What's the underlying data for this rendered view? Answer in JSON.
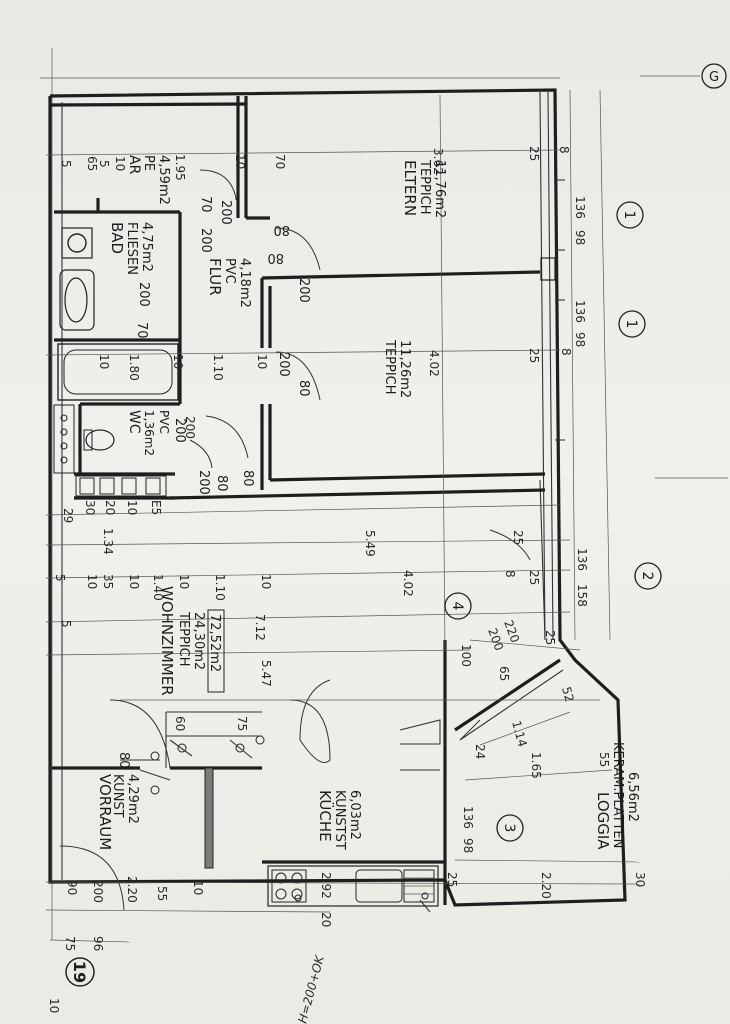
{
  "rooms": {
    "ar": {
      "name": "AR",
      "floor": "PE",
      "area": "4,59m2"
    },
    "bad": {
      "name": "BAD",
      "floor": "FLIESEN",
      "area": "4,75m2"
    },
    "flur": {
      "name": "FLUR",
      "floor": "PVC",
      "area": "4,18m2"
    },
    "eltern": {
      "name": "ELTERN",
      "floor": "TEPPICH",
      "area": "11,76m2"
    },
    "zimmer": {
      "floor": "TEPPICH",
      "area": "11,26m2"
    },
    "wc": {
      "name": "WC",
      "area": "1,36m2",
      "floor": "PVC"
    },
    "wohnzimmer": {
      "name": "WOHNZIMMER",
      "floor": "TEPPICH",
      "area": "24,30m2",
      "total": "72,52m2"
    },
    "vorraum": {
      "name": "VORRAUM",
      "floor": "KUNST",
      "area": "4,29m2"
    },
    "kueche": {
      "name": "KÜCHE",
      "floor": "KUNSTST",
      "area": "6,03m2"
    },
    "loggia": {
      "name": "LOGGIA",
      "floor": "KERAM.PLATTEN",
      "area": "6,56m2"
    }
  },
  "grid_markers": [
    "G",
    "1",
    "1",
    "2",
    "3",
    "4"
  ],
  "unit_number": "19",
  "door_widths": [
    "200",
    "80",
    "200",
    "80",
    "200",
    "80",
    "200",
    "80",
    "200",
    "200",
    "80",
    "200",
    "80",
    "70",
    "70"
  ],
  "dimensions": {
    "top_row": [
      "5",
      "65",
      "5",
      "10",
      "1.95",
      "10",
      "70",
      "3.62",
      "25",
      "8"
    ],
    "flur_row": [
      "10",
      "1.80",
      "10",
      "1.10",
      "10",
      "4.02",
      "25",
      "8"
    ],
    "row3": [
      "29",
      "1.34",
      "5.49",
      "25"
    ],
    "row4": [
      "5",
      "10",
      "35",
      "10",
      "1.40",
      "10",
      "1.10",
      "10",
      "4.02",
      "8",
      "25"
    ],
    "row5": [
      "5",
      "7.12"
    ],
    "wohn_depth": "5.47",
    "kueche_row": [
      "55",
      "10",
      "2.20",
      "2.92",
      "25",
      "2.20",
      "30"
    ],
    "entry_row": [
      "90",
      "200",
      "75",
      "96"
    ],
    "right_axis": [
      "136",
      "98",
      "136",
      "98",
      "136",
      "158",
      "136",
      "98"
    ],
    "loggia_inner": [
      "1.14",
      "52",
      "24",
      "55",
      "1.65"
    ],
    "door_small": [
      "200",
      "100",
      "220",
      "65",
      "25"
    ],
    "kitchen_small": [
      "60",
      "75",
      "20",
      "10"
    ],
    "electric_codes": [
      "30",
      "20",
      "10",
      "E5"
    ],
    "wc_door": [
      "200"
    ],
    "stair_note": "H=200+OK"
  }
}
